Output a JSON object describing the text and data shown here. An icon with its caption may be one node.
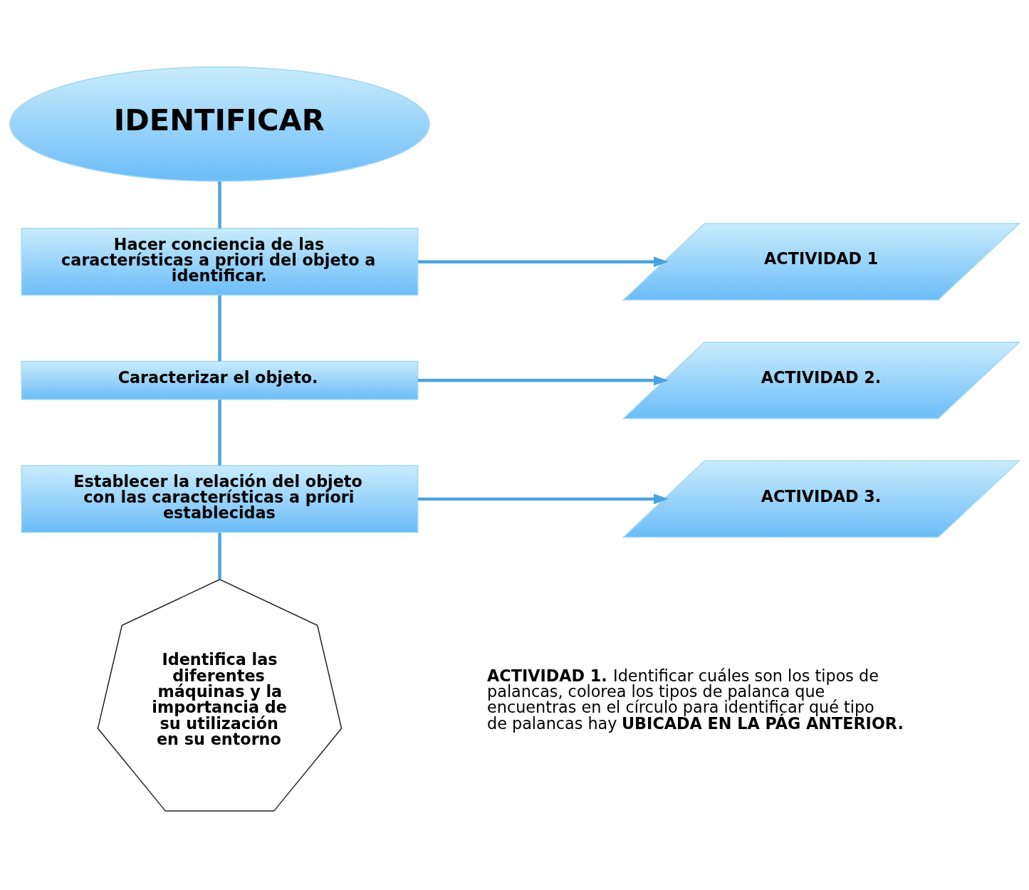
{
  "diagram": {
    "nodes": [
      {
        "text": [
          "IDENTIFICAR"
        ]
      },
      {
        "text": [
          "Hacer conciencia de las características a priori del objeto a identificar."
        ]
      },
      {
        "text": [
          "Caracterizar el objeto."
        ]
      },
      {
        "text": [
          "Establecer la relación del objeto con las características a priori establecidas"
        ]
      },
      {
        "text": [
          "Identifica las diferentes máquinas y la importancia de su utilización en su entorno"
        ]
      },
      {
        "text": [
          "ACTIVIDAD 1"
        ]
      },
      {
        "text": [
          "ACTIVIDAD 2."
        ]
      },
      {
        "text": [
          "ACTIVIDAD 3."
        ]
      }
    ],
    "edges": [
      {
        "from": 0,
        "to": 1,
        "arrow": "none"
      },
      {
        "from": 1,
        "to": 2,
        "arrow": "none"
      },
      {
        "from": 2,
        "to": 3,
        "arrow": "none"
      },
      {
        "from": 3,
        "to": 4,
        "arrow": "none"
      },
      {
        "from": 1,
        "to": 5,
        "arrow": "to"
      },
      {
        "from": 2,
        "to": 6,
        "arrow": "to"
      },
      {
        "from": 3,
        "to": 7,
        "arrow": "to"
      }
    ],
    "labels": [
      "**ACTIVIDAD 1.** Identificar cuáles son los tipos de palancas, colorea los tipos de palanca que encuentras en el círculo para identificar qué tipo de palancas hay **UBICADA EN LA PÁG ANTERIOR.**"
    ]
  }
}
